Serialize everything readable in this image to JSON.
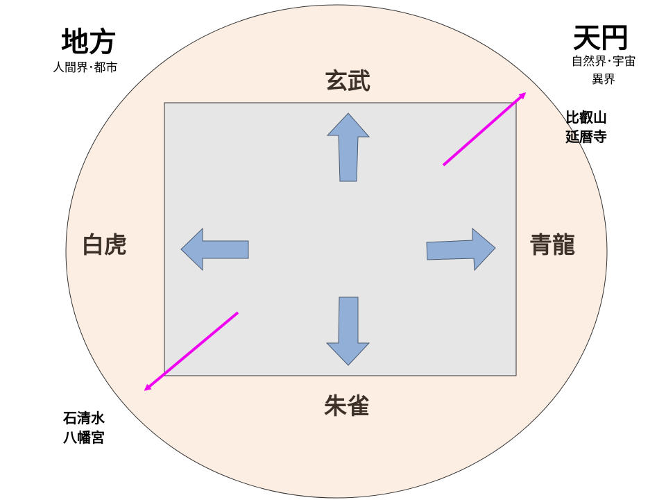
{
  "corners": {
    "top_left": {
      "title": "地方",
      "subtitle": "人間界･都市"
    },
    "top_right": {
      "title": "天円",
      "subtitle_line1": "自然界･宇宙",
      "subtitle_line2": "異界"
    }
  },
  "directions": {
    "north": "玄武",
    "south": "朱雀",
    "west": "白虎",
    "east": "青龍"
  },
  "places": {
    "northeast_line1": "比叡山",
    "northeast_line2": "延暦寺",
    "southwest_line1": "石清水",
    "southwest_line2": "八幡宮"
  },
  "colors": {
    "circle_fill": "#fdeee4",
    "square_fill": "#e6e6e6",
    "arrow_fill": "#92b0d7",
    "diagonal_arrow": "#f000f0",
    "direction_text": "#3c3128"
  },
  "icons": {
    "cardinal_arrows": "block-arrow-icon",
    "diagonal_arrows": "line-arrow-icon"
  }
}
